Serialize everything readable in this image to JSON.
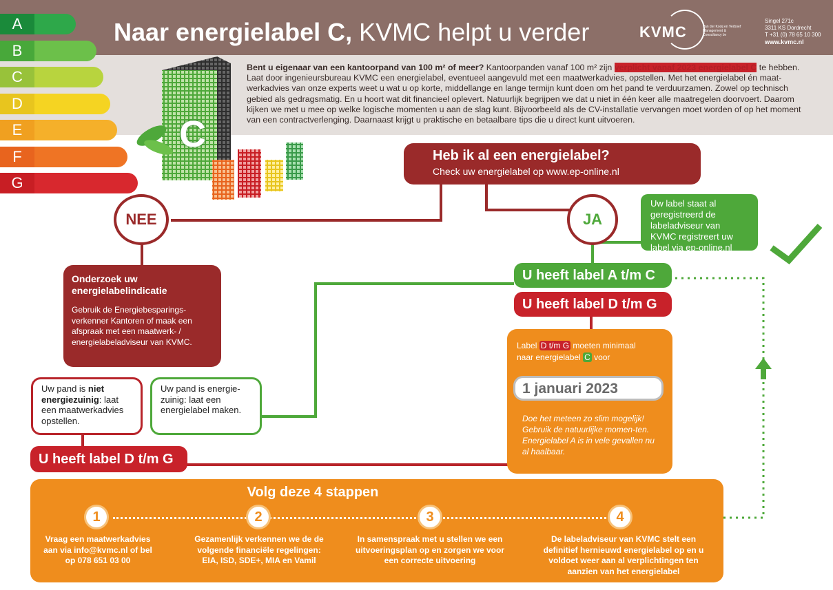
{
  "header": {
    "title_bold": "Naar energielabel C,",
    "title_rest": " KVMC helpt u verder",
    "logo": "KVMC",
    "firm_name": "Van der Kooij en Verboef Management & Consultancy bv",
    "address": {
      "street": "Singel 271c",
      "city": "3311 KS Dordrecht",
      "phone": "T +31 (0) 78 65 10 300",
      "website": "www.kvmc.nl"
    }
  },
  "intro": {
    "bold_question": "Bent u eigenaar van een kantoorpand van 100 m² of meer?",
    "text_1": " Kantoorpanden vanaf 100 m² zijn ",
    "highlight": "verplicht vanaf 2023 energielabel C",
    "text_2": " te hebben. Laat door ingenieursbureau KVMC een energielabel, eventueel aangevuld met een maatwerkadvies, opstellen. Met het energielabel én maat-werkadvies van onze experts weet u wat u op korte, middellange en lange termijn kunt doen om het pand te verduurzamen. Zowel op technisch gebied als gedragsmatig. En u hoort wat dit financieel oplevert. Natuurlijk begrijpen we dat u niet in één keer alle maatregelen doorvoert. Daarom kijken we met u mee op welke logische momenten u aan de slag kunt. Bijvoorbeeld als de CV-installatie vervangen moet worden of op het moment van een contractverlenging. Daarnaast krijgt u praktische en betaalbare tips die u direct kunt uitvoeren."
  },
  "energy_labels": [
    {
      "letter": "A",
      "color": "#1a8a3a",
      "tail": "#2ea84a",
      "width": 110
    },
    {
      "letter": "B",
      "color": "#48a83a",
      "tail": "#6cc04a",
      "width": 140
    },
    {
      "letter": "C",
      "color": "#98c23a",
      "tail": "#b8d43e",
      "width": 150
    },
    {
      "letter": "D",
      "color": "#e8c51e",
      "tail": "#f5d422",
      "width": 160
    },
    {
      "letter": "E",
      "color": "#f0a020",
      "tail": "#f5b02a",
      "width": 170
    },
    {
      "letter": "F",
      "color": "#e8641e",
      "tail": "#ef7424",
      "width": 185
    },
    {
      "letter": "G",
      "color": "#c81e24",
      "tail": "#d8282e",
      "width": 200
    }
  ],
  "building_label": "C",
  "question": {
    "title": "Heb ik al een energielabel?",
    "subtitle": "Check uw energielabel op www.ep-online.nl"
  },
  "nee": "NEE",
  "ja": "JA",
  "registered_box": "Uw label staat al geregistreerd de labeladviseur van KVMC registreert uw label via ep-online.nl",
  "label_ac": "U heeft label A t/m C",
  "label_dg": "U heeft label D t/m G",
  "onderzoek": {
    "title": "Onderzoek uw energielabelindicatie",
    "text": "Gebruik de Energiebesparings-verkenner Kantoren of maak een afspraak met een maatwerk- / energielabeladviseur van KVMC."
  },
  "not_efficient": {
    "text_1": "Uw pand is ",
    "bold": "niet energiezuinig",
    "text_2": ": laat een maatwerkadvies opstellen."
  },
  "efficient": "Uw pand is energie-zuinig: laat een energielabel maken.",
  "label_dg_bottom": "U heeft label D t/m G",
  "orange_box": {
    "text_1": "Label ",
    "badge_dg": "D t/m G",
    "text_2": " moeten minimaal naar energielabel ",
    "badge_c": "C",
    "text_3": " voor",
    "date": "1 januari 2023",
    "italic": "Doe het meteen zo slim mogelijk! Gebruik de natuurlijke momen-ten. Energielabel A is in vele gevallen nu al haalbaar."
  },
  "steps": {
    "title": "Volg deze 4 stappen",
    "items": [
      {
        "num": "1",
        "text": "Vraag een maatwerkadvies aan via info@kvmc.nl of bel op 078 651 03 00"
      },
      {
        "num": "2",
        "text": "Gezamenlijk verkennen we de de volgende financiële regelingen: EIA, ISD, SDE+, MIA en Vamil"
      },
      {
        "num": "3",
        "text": "In samenspraak met u stellen we een uitvoeringsplan op en zorgen we voor een correcte uitvoering"
      },
      {
        "num": "4",
        "text": "De labeladviseur van KVMC stelt een definitief hernieuwd energielabel op en u voldoet weer aan al verplichtingen ten aanzien van het energielabel"
      }
    ]
  },
  "colors": {
    "header": "#8c6f68",
    "maroon": "#9a2a2a",
    "green": "#4ea83a",
    "red": "#c8222a",
    "orange": "#ef8d1d"
  }
}
